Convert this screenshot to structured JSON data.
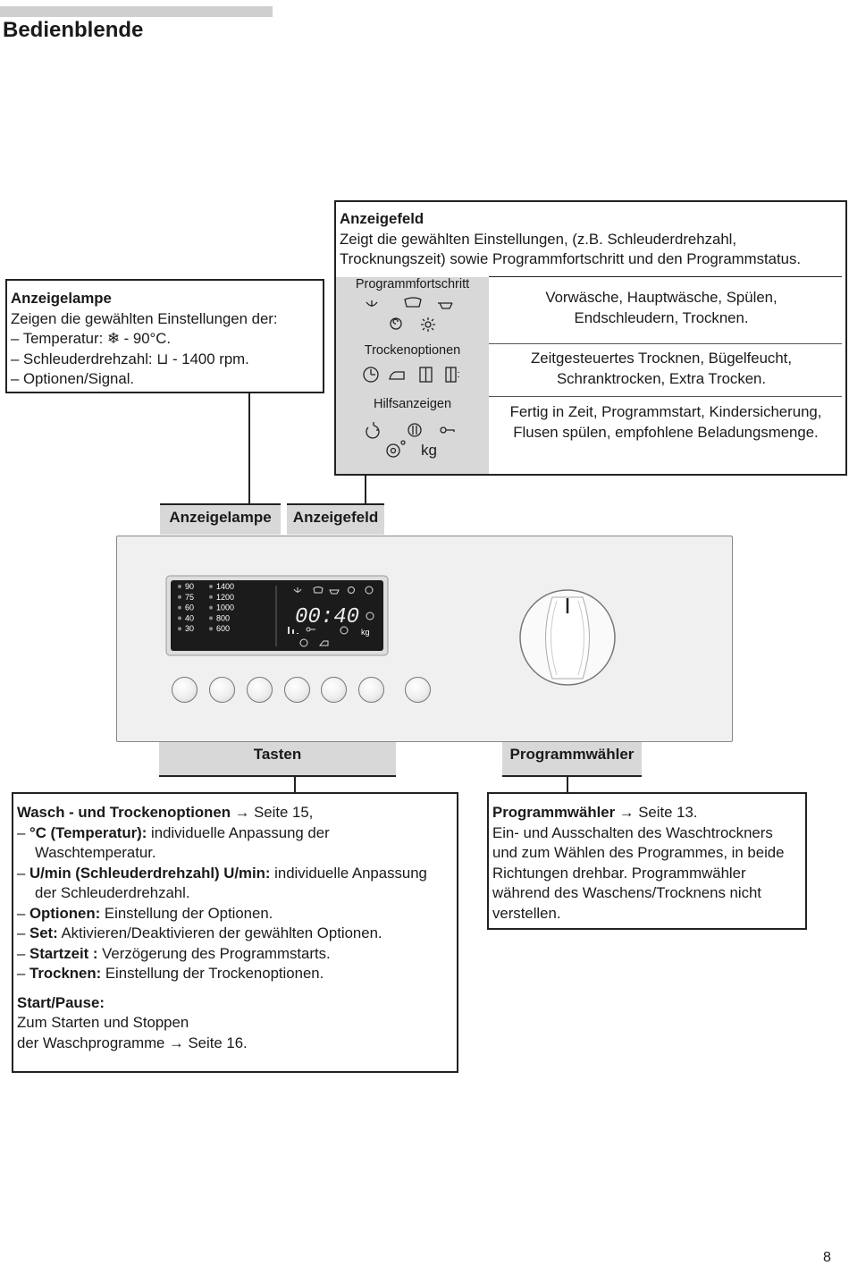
{
  "page": {
    "title": "Bedienblende",
    "page_number": "8"
  },
  "anzeigelampe_box": {
    "heading": "Anzeigelampe",
    "intro": "Zeigen die gewählten Einstellungen der:",
    "items": [
      "Temperatur: ❄ - 90°C.",
      "Schleuderdrehzahl: ⊔ - 1400 rpm.",
      "Optionen/Signal."
    ]
  },
  "anzeigefeld_box": {
    "heading": "Anzeigefeld",
    "intro": "Zeigt die gewählten Einstellungen, (z.B. Schleuderdrehzahl, Trocknungszeit) sowie Programmfortschritt und den Programmstatus.",
    "rows": [
      {
        "label": "Programmfortschritt",
        "description": "Vorwäsche, Hauptwäsche, Spülen, Endschleudern, Trocknen."
      },
      {
        "label": "Trockenoptionen",
        "description": "Zeitgesteuertes Trocknen, Bügelfeucht, Schranktrocken, Extra Trocken."
      },
      {
        "label": "Hilfsanzeigen",
        "kg": "kg",
        "description": "Fertig in Zeit, Programmstart, Kindersicherung, Flusen spülen, empfohlene Beladungsmenge."
      }
    ]
  },
  "panel_labels": {
    "anzeigelampe": "Anzeigelampe",
    "anzeigefeld": "Anzeigefeld",
    "tasten": "Tasten",
    "programmwaehler": "Programmwähler"
  },
  "display": {
    "temperatures": [
      "90",
      "75",
      "60",
      "40",
      "30"
    ],
    "speeds": [
      "1400",
      "1200",
      "1000",
      "800",
      "600"
    ],
    "digits": "00:40",
    "kg": "kg"
  },
  "tasten_box": {
    "heading": "Wasch - und Trockenoptionen",
    "heading_ref": " → Seite 15,",
    "items": [
      {
        "term": "°C (Temperatur):",
        "text": " individuelle Anpassung der Waschtemperatur."
      },
      {
        "term": "U/min (Schleuderdrehzahl) U/min:",
        "text": " individuelle Anpassung der Schleuderdrehzahl."
      },
      {
        "term": "Optionen:",
        "text": " Einstellung der Optionen."
      },
      {
        "term": "Set:",
        "text": " Aktivieren/Deaktivieren der gewählten Optionen."
      },
      {
        "term": "Startzeit :",
        "text": " Verzögerung des Programmstarts."
      },
      {
        "term": "Trocknen:",
        "text": " Einstellung der Trockenoptionen."
      }
    ],
    "start_heading": "Start/Pause:",
    "start_line1": "Zum Starten und Stoppen",
    "start_line2": "der Waschprogramme → Seite 16."
  },
  "waehler_box": {
    "heading": "Programmwähler",
    "heading_ref": " → Seite 13.",
    "text": "Ein- und Ausschalten des Waschtrockners und zum Wählen des Programmes, in beide Richtungen drehbar. Programmwähler während des Waschens/Trocknens nicht verstellen."
  },
  "colors": {
    "label_bg": "#d8d8d8",
    "panel_bg": "#f0f0f0",
    "display_bg": "#1b1b1b"
  }
}
